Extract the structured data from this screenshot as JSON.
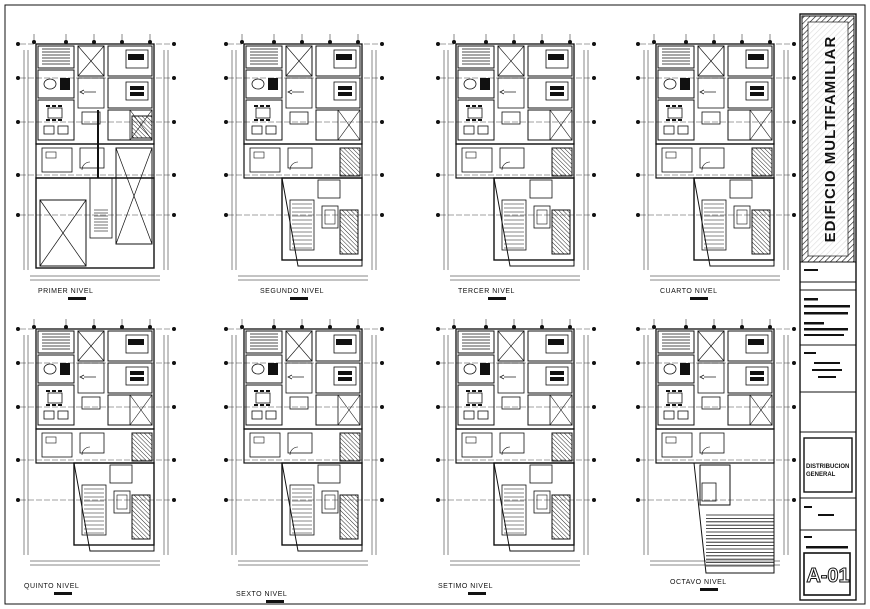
{
  "sheet": {
    "title": "EDIFICIO MULTIFAMILIAR",
    "sheet_title": "DISTRIBUCION GENERAL",
    "sheet_number": "A-01"
  },
  "plans": [
    {
      "label": "PRIMER NIVEL"
    },
    {
      "label": "SEGUNDO NIVEL"
    },
    {
      "label": "TERCER NIVEL"
    },
    {
      "label": "CUARTO NIVEL"
    },
    {
      "label": "QUINTO NIVEL"
    },
    {
      "label": "SEXTO NIVEL"
    },
    {
      "label": "SETIMO NIVEL"
    },
    {
      "label": "OCTAVO NIVEL"
    }
  ],
  "colors": {
    "line": "#111111",
    "paper": "#ffffff"
  }
}
